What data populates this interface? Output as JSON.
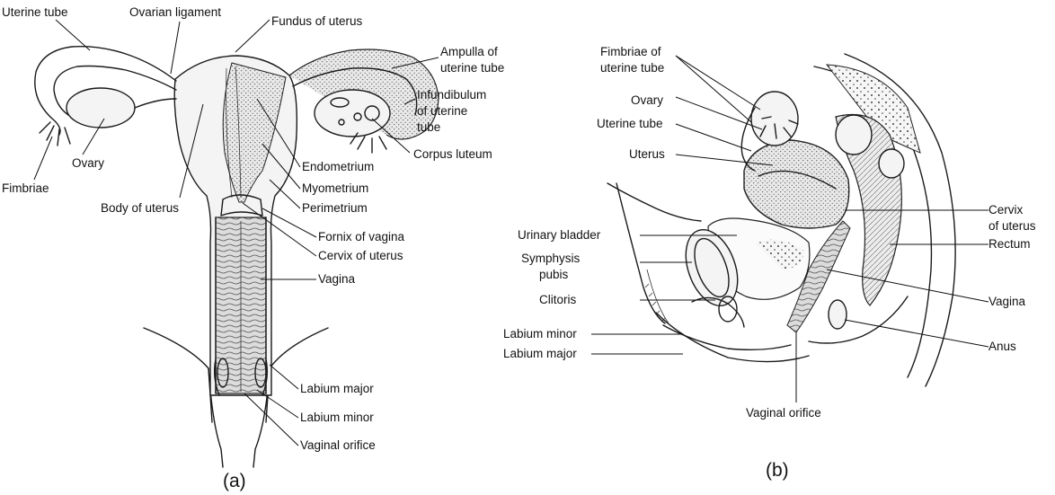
{
  "figure_a": {
    "caption": "(a)",
    "labels": {
      "uterine_tube": "Uterine tube",
      "ovarian_ligament": "Ovarian ligament",
      "fundus_of_uterus": "Fundus of uterus",
      "ampulla_line1": "Ampulla of",
      "ampulla_line2": "uterine tube",
      "infundibulum_line1": "Infundibulum",
      "infundibulum_line2": "of uterine",
      "infundibulum_line3": "tube",
      "corpus_luteum": "Corpus luteum",
      "endometrium": "Endometrium",
      "myometrium": "Myometrium",
      "perimetrium": "Perimetrium",
      "fornix_of_vagina": "Fornix of vagina",
      "cervix_of_uterus": "Cervix of uterus",
      "vagina": "Vagina",
      "body_of_uterus": "Body of uterus",
      "fimbriae": "Fimbriae",
      "ovary": "Ovary",
      "labium_major": "Labium major",
      "labium_minor": "Labium minor",
      "vaginal_orifice": "Vaginal orifice"
    }
  },
  "figure_b": {
    "caption": "(b)",
    "labels": {
      "fimbriae_line1": "Fimbriae of",
      "fimbriae_line2": "uterine tube",
      "ovary": "Ovary",
      "uterine_tube": "Uterine tube",
      "uterus": "Uterus",
      "urinary_bladder": "Urinary bladder",
      "symphysis_line1": "Symphysis",
      "symphysis_line2": "pubis",
      "clitoris": "Clitoris",
      "labium_minor": "Labium minor",
      "labium_major": "Labium major",
      "cervix_line1": "Cervix",
      "cervix_line2": "of uterus",
      "rectum": "Rectum",
      "vagina": "Vagina",
      "anus": "Anus",
      "vaginal_orifice": "Vaginal orifice"
    }
  }
}
